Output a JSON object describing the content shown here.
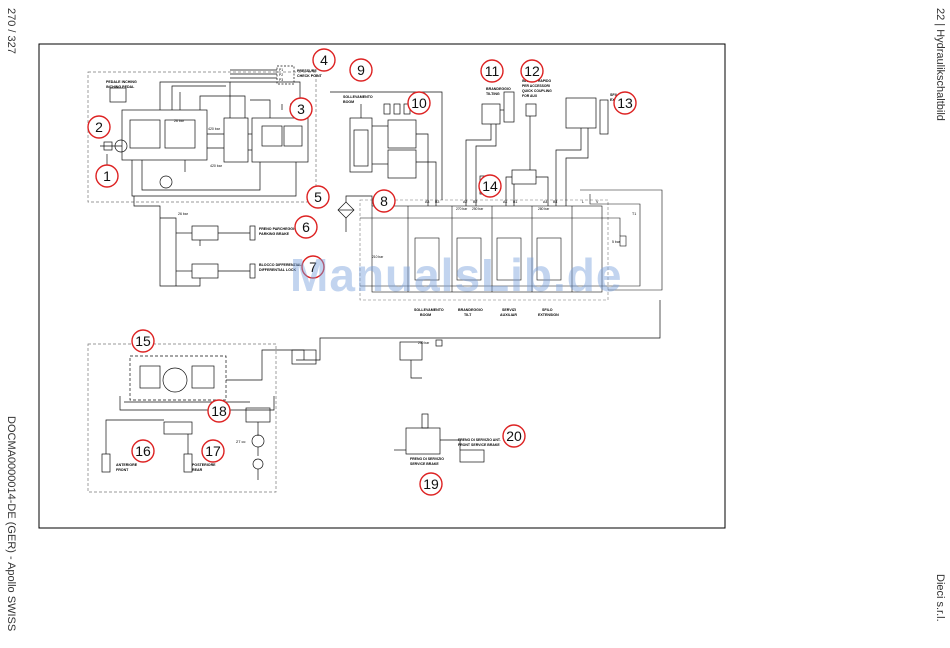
{
  "margins": {
    "left_top": "270 / 327",
    "left_bottom": "DOCMA0000014-DE (GER) - Apollo SWISS",
    "right_top": "22 | Hydraulikschaltbild",
    "right_bottom": "Dieci s.r.l."
  },
  "watermark": "ManualsLib.de",
  "callouts": [
    "1",
    "2",
    "3",
    "4",
    "5",
    "6",
    "7",
    "8",
    "9",
    "10",
    "11",
    "12",
    "13",
    "14",
    "15",
    "16",
    "17",
    "18",
    "19",
    "20"
  ],
  "labels": {
    "pedal": [
      "PEDALE INCHING",
      "INCHING PEDAL"
    ],
    "pressure": [
      "PRESSURE",
      "CHECK POINT"
    ],
    "boom_lift": [
      "SOLLEVAMENTO",
      "BOOM"
    ],
    "tilt": [
      "BRANDEGGIO",
      "TILTING"
    ],
    "aux": [
      "INNESTO RAPIDO",
      "PER ACCESSORI",
      "QUICK COUPLING",
      "FOR AUX"
    ],
    "ext": [
      "SFILO",
      "EXTENSION"
    ],
    "parking": [
      "FRENO PARCHEGGIO",
      "PARKING BRAKE"
    ],
    "difflock": [
      "BLOCCO DIFFERENZIALE",
      "DIFFERENTIAL LOCK"
    ],
    "front_axle": [
      "ANTERIORE",
      "FRONT"
    ],
    "rear_axle": [
      "POSTERIORE",
      "REAR"
    ],
    "service_brake": [
      "FRENO DI SERVIZIO",
      "SERVICE BRAKE"
    ],
    "front_service_brake": [
      "FRENO DI SERVIZIO ANT.",
      "FRONT SERVICE BRAKE"
    ],
    "sec_boom": [
      "SOLLEVAMENTO",
      "BOOM"
    ],
    "sec_tilt": [
      "BRANDEGGIO",
      "TILT"
    ],
    "sec_aux": [
      "SERVIZI",
      "AUXILIAR"
    ],
    "sec_ext": [
      "SFILO",
      "EXTENSION"
    ],
    "p_26": "26 bar",
    "p_420": "420 bar",
    "p_270": "270 bar",
    "p_250": "250 bar",
    "p_280": "280 bar",
    "p_210": "210 bar",
    "p_5": "5 bar",
    "p_200": "200 bar",
    "flow": "27 cc"
  }
}
